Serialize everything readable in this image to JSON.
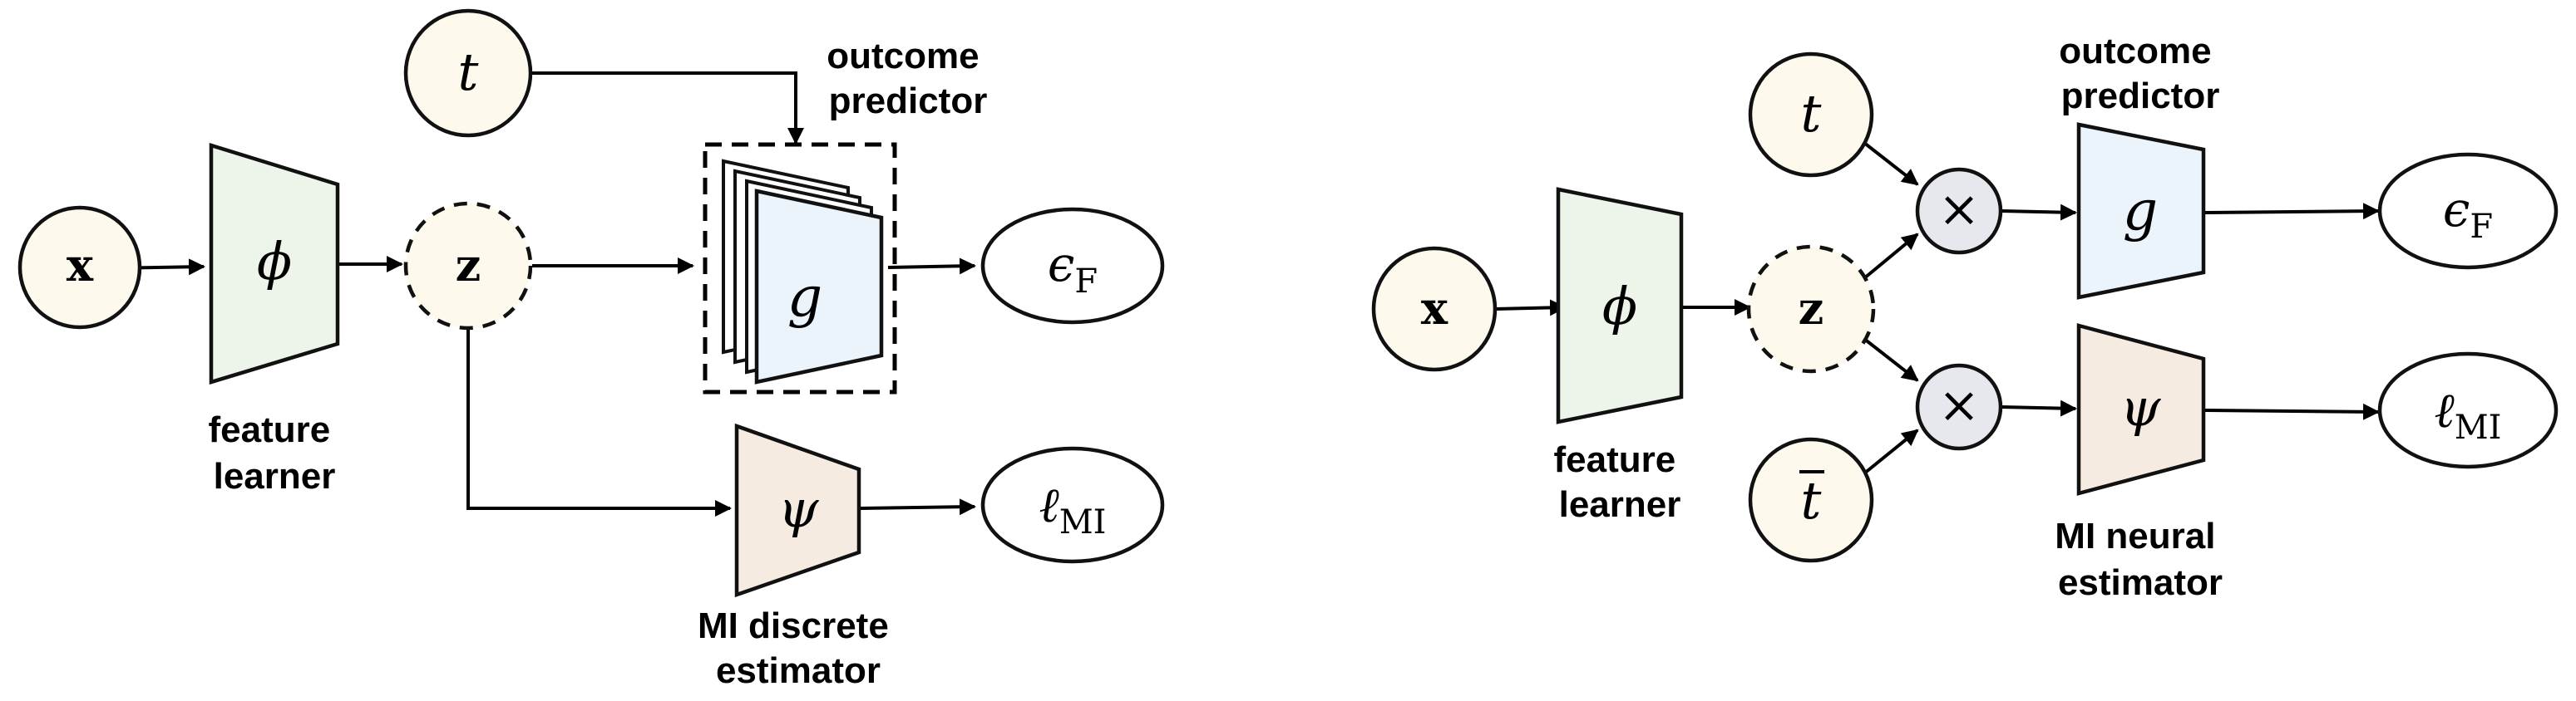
{
  "left": {
    "nodes": {
      "x": "x",
      "phi": "ϕ",
      "z": "z",
      "t": "t",
      "g": "g",
      "psi": "ψ",
      "eps": "ϵ",
      "eps_sub": "F",
      "lmi": "ℓ",
      "lmi_sub": "MI"
    },
    "labels": {
      "feature_learner": [
        "feature",
        "learner"
      ],
      "outcome_predictor": [
        "outcome",
        "predictor"
      ],
      "mi_estimator": [
        "MI discrete",
        "estimator"
      ]
    }
  },
  "right": {
    "nodes": {
      "x": "x",
      "phi": "ϕ",
      "z": "z",
      "t": "t",
      "tbar": "t",
      "times": "×",
      "g": "g",
      "psi": "ψ",
      "eps": "ϵ",
      "eps_sub": "F",
      "lmi": "ℓ",
      "lmi_sub": "MI"
    },
    "labels": {
      "feature_learner": [
        "feature",
        "learner"
      ],
      "outcome_predictor": [
        "outcome",
        "predictor"
      ],
      "mi_estimator": [
        "MI neural",
        "estimator"
      ]
    }
  },
  "colors": {
    "node_fill": "#fdf9ec",
    "times_fill": "#e6e8ed",
    "phi_fill": "#edf4ea",
    "g_fill": "#ecf4fb",
    "psi_fill": "#f6ebe0",
    "stroke": "#111111"
  }
}
